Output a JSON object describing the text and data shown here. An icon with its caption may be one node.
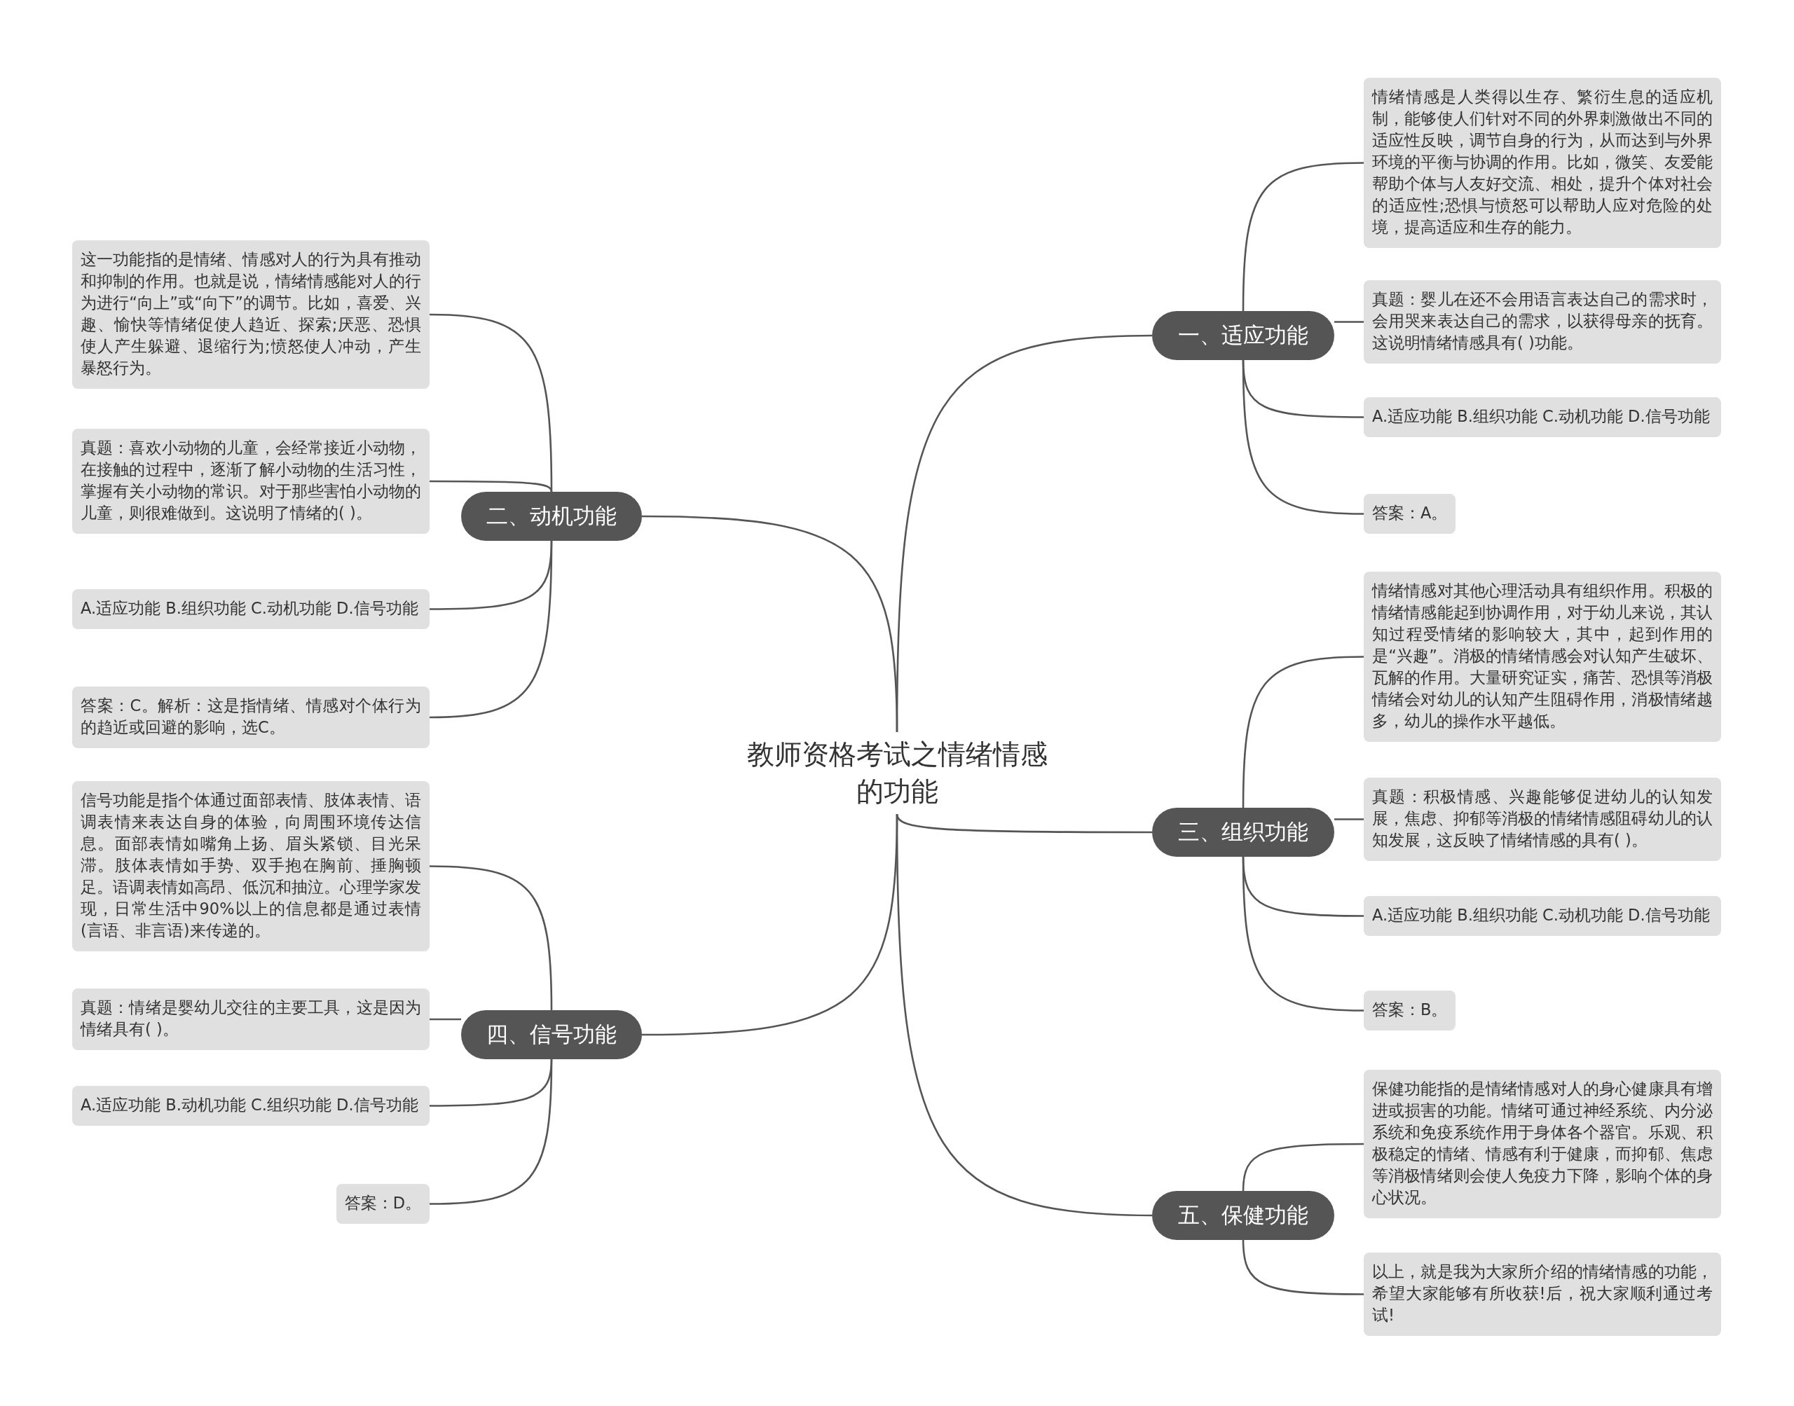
{
  "diagram": {
    "nodes": [
      {
        "text": [
          "教师资格考试之情绪情感的功能"
        ]
      },
      {
        "text": [
          "一、适应功能"
        ]
      },
      {
        "text": [
          "情绪情感是人类得以生存、繁衍生息的适应机制，能够使人们针对不同的外界刺激做出不同的适应性反映，调节自身的行为，从而达到与外界环境的平衡与协调的作用。比如，微笑、友爱能帮助个体与人友好交流、相处，提升个体对社会的适应性;恐惧与愤怒可以帮助人应对危险的处境，提高适应和生存的能力。"
        ]
      },
      {
        "text": [
          "真题：婴儿在还不会用语言表达自己的需求时，会用哭来表达自己的需求，以获得母亲的抚育。这说明情绪情感具有( )功能。"
        ]
      },
      {
        "text": [
          "A.适应功能 B.组织功能 C.动机功能 D.信号功能"
        ]
      },
      {
        "text": [
          "答案：A。"
        ]
      },
      {
        "text": [
          "二、动机功能"
        ]
      },
      {
        "text": [
          "这一功能指的是情绪、情感对人的行为具有推动和抑制的作用。也就是说，情绪情感能对人的行为进行“向上”或“向下”的调节。比如，喜爱、兴趣、愉快等情绪促使人趋近、探索;厌恶、恐惧使人产生躲避、退缩行为;愤怒使人冲动，产生暴怒行为。"
        ]
      },
      {
        "text": [
          "真题：喜欢小动物的儿童，会经常接近小动物，在接触的过程中，逐渐了解小动物的生活习性，掌握有关小动物的常识。对于那些害怕小动物的儿童，则很难做到。这说明了情绪的( )。"
        ]
      },
      {
        "text": [
          "A.适应功能 B.组织功能 C.动机功能 D.信号功能"
        ]
      },
      {
        "text": [
          "答案：C。解析：这是指情绪、情感对个体行为的趋近或回避的影响，选C。"
        ]
      },
      {
        "text": [
          "三、组织功能"
        ]
      },
      {
        "text": [
          "情绪情感对其他心理活动具有组织作用。积极的情绪情感能起到协调作用，对于幼儿来说，其认知过程受情绪的影响较大，其中，起到作用的是“兴趣”。消极的情绪情感会对认知产生破坏、瓦解的作用。大量研究证实，痛苦、恐惧等消极情绪会对幼儿的认知产生阻碍作用，消极情绪越多，幼儿的操作水平越低。"
        ]
      },
      {
        "text": [
          "真题：积极情感、兴趣能够促进幼儿的认知发展，焦虑、抑郁等消极的情绪情感阻碍幼儿的认知发展，这反映了情绪情感的具有( )。"
        ]
      },
      {
        "text": [
          "A.适应功能 B.组织功能 C.动机功能 D.信号功能"
        ]
      },
      {
        "text": [
          "答案：B。"
        ]
      },
      {
        "text": [
          "四、信号功能"
        ]
      },
      {
        "text": [
          "信号功能是指个体通过面部表情、肢体表情、语调表情来表达自身的体验，向周围环境传达信息。面部表情如嘴角上扬、眉头紧锁、目光呆滞。肢体表情如手势、双手抱在胸前、捶胸顿足。语调表情如高昂、低沉和抽泣。心理学家发现，日常生活中90%以上的信息都是通过表情(言语、非言语)来传递的。"
        ]
      },
      {
        "text": [
          "真题：情绪是婴幼儿交往的主要工具，这是因为情绪具有( )。"
        ]
      },
      {
        "text": [
          "A.适应功能 B.动机功能 C.组织功能 D.信号功能"
        ]
      },
      {
        "text": [
          "答案：D。"
        ]
      },
      {
        "text": [
          "五、保健功能"
        ]
      },
      {
        "text": [
          "保健功能指的是情绪情感对人的身心健康具有增进或损害的功能。情绪可通过神经系统、内分泌系统和免疫系统作用于身体各个器官。乐观、积极稳定的情绪、情感有利于健康，而抑郁、焦虑等消极情绪则会使人免疫力下降，影响个体的身心状况。"
        ]
      },
      {
        "text": [
          "以上，就是我为大家所介绍的情绪情感的功能，希望大家能够有所收获!后，祝大家顺利通过考试!"
        ]
      }
    ],
    "edges": [
      {
        "from": 0,
        "to": 1,
        "arrow": "none"
      },
      {
        "from": 0,
        "to": 6,
        "arrow": "none"
      },
      {
        "from": 0,
        "to": 11,
        "arrow": "none"
      },
      {
        "from": 0,
        "to": 16,
        "arrow": "none"
      },
      {
        "from": 0,
        "to": 21,
        "arrow": "none"
      },
      {
        "from": 1,
        "to": 2,
        "arrow": "none"
      },
      {
        "from": 1,
        "to": 3,
        "arrow": "none"
      },
      {
        "from": 1,
        "to": 4,
        "arrow": "none"
      },
      {
        "from": 1,
        "to": 5,
        "arrow": "none"
      },
      {
        "from": 6,
        "to": 7,
        "arrow": "none"
      },
      {
        "from": 6,
        "to": 8,
        "arrow": "none"
      },
      {
        "from": 6,
        "to": 9,
        "arrow": "none"
      },
      {
        "from": 6,
        "to": 10,
        "arrow": "none"
      },
      {
        "from": 11,
        "to": 12,
        "arrow": "none"
      },
      {
        "from": 11,
        "to": 13,
        "arrow": "none"
      },
      {
        "from": 11,
        "to": 14,
        "arrow": "none"
      },
      {
        "from": 11,
        "to": 15,
        "arrow": "none"
      },
      {
        "from": 16,
        "to": 17,
        "arrow": "none"
      },
      {
        "from": 16,
        "to": 18,
        "arrow": "none"
      },
      {
        "from": 16,
        "to": 19,
        "arrow": "none"
      },
      {
        "from": 16,
        "to": 20,
        "arrow": "none"
      },
      {
        "from": 21,
        "to": 22,
        "arrow": "none"
      },
      {
        "from": 21,
        "to": 23,
        "arrow": "none"
      }
    ]
  }
}
